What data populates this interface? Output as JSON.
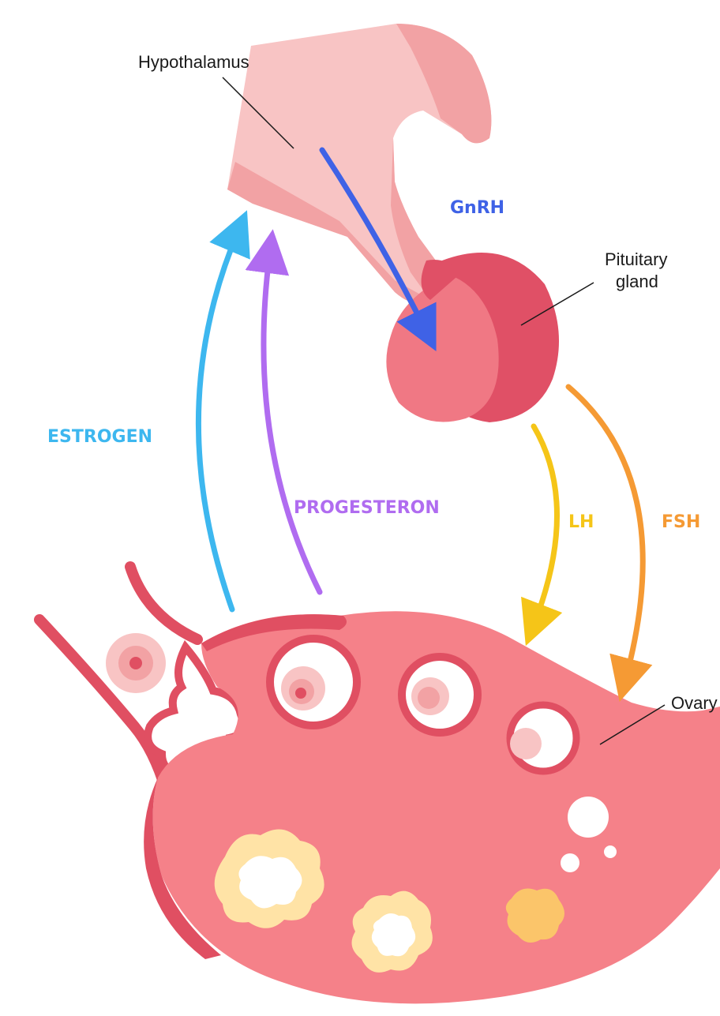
{
  "labels": {
    "hypothalamus": "Hypothalamus",
    "pituitary_line1": "Pituitary",
    "pituitary_line2": "gland",
    "ovary": "Ovary"
  },
  "hormones": {
    "gnrh": {
      "text": "GnRH",
      "color": "#3f62e6"
    },
    "lh": {
      "text": "LH",
      "color": "#f5c518"
    },
    "fsh": {
      "text": "FSH",
      "color": "#f59a34"
    },
    "estrogen": {
      "text": "ESTROGEN",
      "color": "#3db7ef"
    },
    "progesteron": {
      "text": "PROGESTERON",
      "color": "#b06cf0"
    }
  },
  "colors": {
    "hypothalamus_light": "#f8c4c4",
    "hypothalamus_mid": "#f2a2a4",
    "pituitary_front": "#f07884",
    "pituitary_back": "#e05066",
    "ovary_body": "#f58189",
    "ovary_edge": "#e04f62",
    "corpus_fill": "#ffe3a6",
    "corpus_dark": "#fbc56a",
    "label_line": "#1a1a1a"
  }
}
